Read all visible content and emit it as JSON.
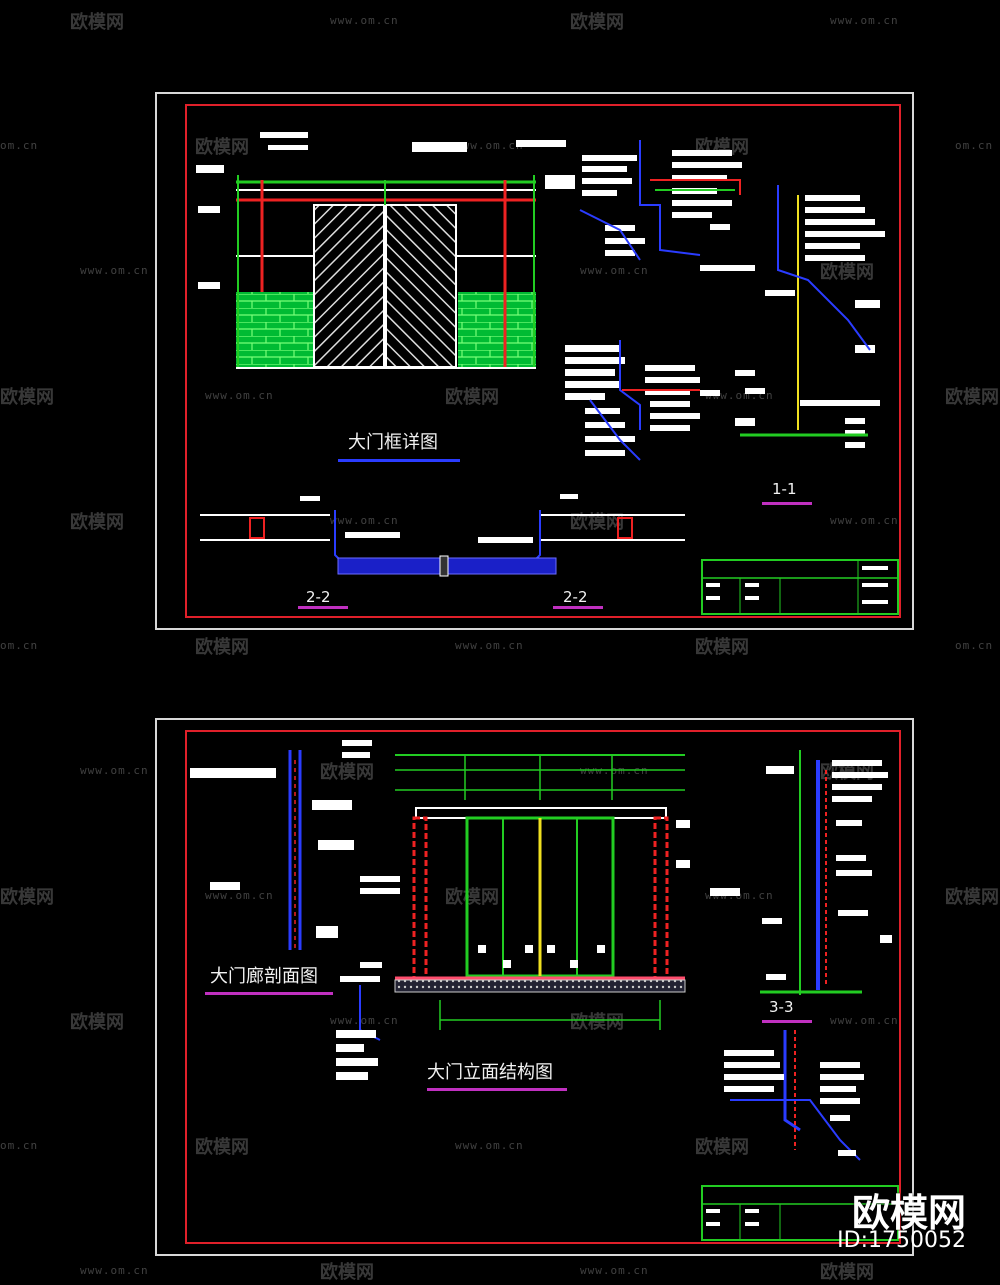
{
  "watermark": {
    "brand_text": "欧模网",
    "url_text": "www.om.cn",
    "url_text_short": "om.cn"
  },
  "sheet_top": {
    "title_main": "大门框详图",
    "section_1_1": "1-1",
    "section_2_2_left": "2-2",
    "section_2_2_right": "2-2"
  },
  "sheet_bottom": {
    "title_section": "大门廊剖面图",
    "title_elevation": "大门立面结构图",
    "section_3_3": "3-3"
  },
  "brand_corner": {
    "name": "欧模网",
    "id": "ID:1750052"
  },
  "colors": {
    "background": "#000000",
    "frame_outer": "#d8d8d8",
    "frame_inner": "#e0202a",
    "cad_green": "#22e04a",
    "cad_blue": "#2a3cff",
    "cad_red": "#e0202a",
    "cad_yellow": "#f0e020",
    "cad_white": "#ffffff",
    "underline_magenta": "#c030c0",
    "underline_blue": "#2a3cff"
  }
}
